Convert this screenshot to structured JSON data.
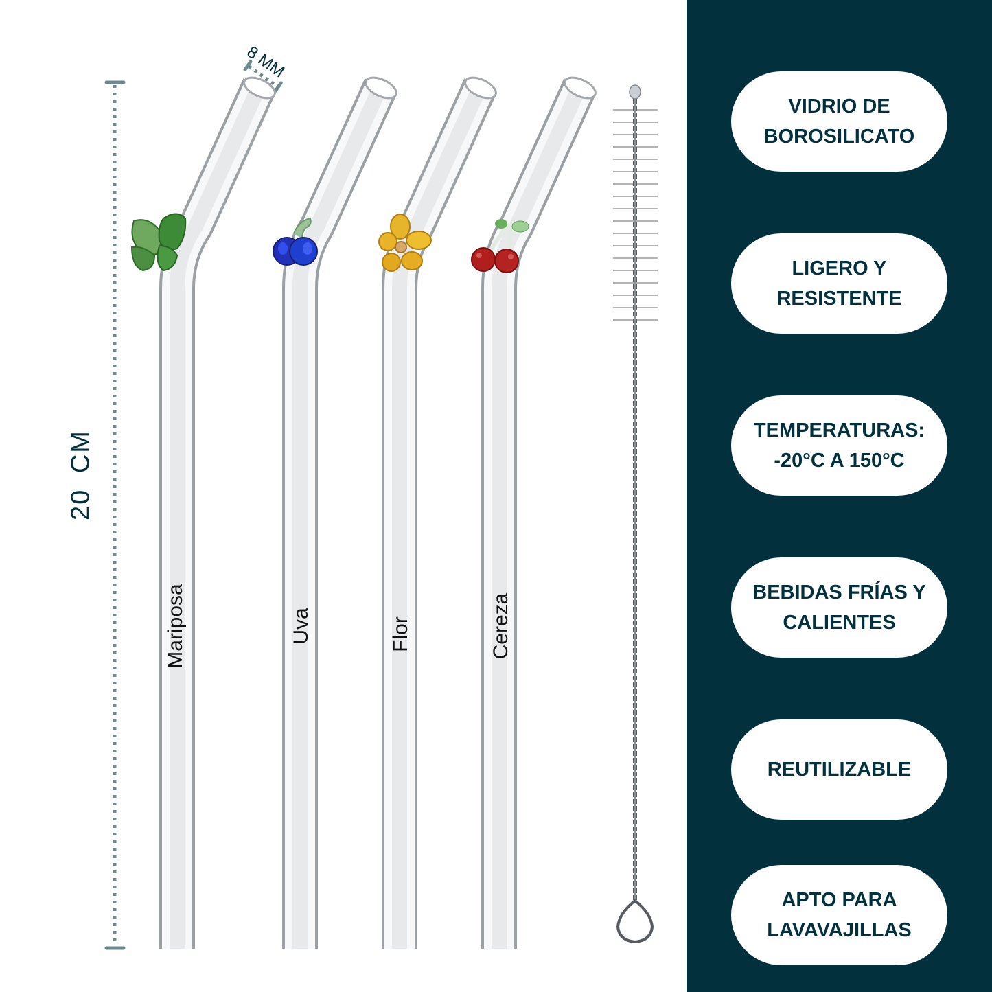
{
  "colors": {
    "panel_bg": "#02313d",
    "pill_bg": "#ffffff",
    "pill_text": "#02313d",
    "dimension_line": "#6e8a90",
    "dimension_text": "#02313d"
  },
  "dimensions": {
    "length_label": "20 CM",
    "diameter_label": "8 MM"
  },
  "straws": [
    {
      "label": "Mariposa",
      "ornament": "butterfly",
      "ornament_color": "#3f8f3a"
    },
    {
      "label": "Uva",
      "ornament": "grape",
      "ornament_color": "#1f2fc0"
    },
    {
      "label": "Flor",
      "ornament": "flower",
      "ornament_color": "#e0a818"
    },
    {
      "label": "Cereza",
      "ornament": "cherry",
      "ornament_color": "#a81c1c"
    }
  ],
  "accessory": {
    "name": "cleaning-brush"
  },
  "features": [
    {
      "text": "VIDRIO DE\nBOROSILICATO"
    },
    {
      "text": "LIGERO Y\nRESISTENTE"
    },
    {
      "text": "TEMPERATURAS:\n-20°C A 150°C"
    },
    {
      "text": "BEBIDAS FRÍAS Y\nCALIENTES"
    },
    {
      "text": "REUTILIZABLE"
    },
    {
      "text": "APTO PARA\nLAVAVAJILLAS"
    }
  ]
}
